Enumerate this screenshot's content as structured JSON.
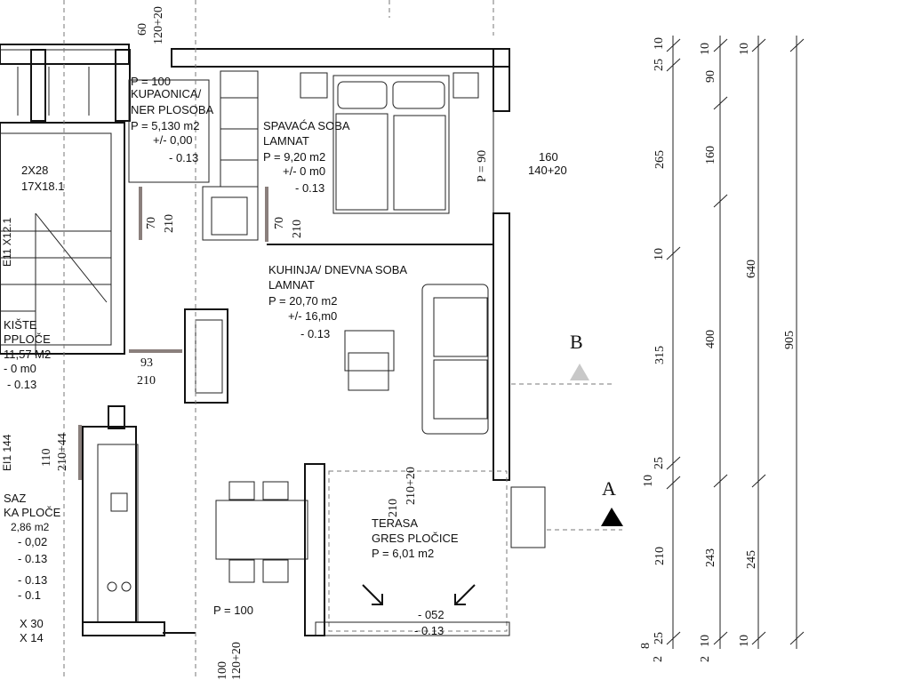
{
  "rooms": {
    "wardrobe": {
      "line1": "P = 100",
      "line2": "KUPAONICA/",
      "line3": "NER PLOSOBA",
      "area": "P = 5,130 m2",
      "level1": "+/- 0,00",
      "level2": "- 0.13"
    },
    "bedroom": {
      "name": "SPAVAĆA SOBA",
      "floor": "LAMNAT",
      "area": "P = 9,20 m2",
      "level1": "+/- 0 m0",
      "level2": "- 0.13"
    },
    "living": {
      "name": "KUHINJA/ DNEVNA SOBA",
      "floor": "LAMNAT",
      "area": "P = 20,70 m2",
      "level1": "+/- 16,m0",
      "level2": "- 0.13"
    },
    "terrace": {
      "name": "TERASA",
      "floor": "GRES PLOČICE",
      "area": "P = 6,01 m2",
      "level1": "- 052",
      "level2": "- 0.13"
    },
    "stairs": {
      "dim1": "2X28",
      "dim2": "17X18.1",
      "side": "E11 X12.1"
    },
    "hall": {
      "name": "KIŠTE",
      "floor": "PPLOČE",
      "area": "11,57 M2",
      "level1": "- 0 m0",
      "level2": "- 0.13"
    },
    "entry": {
      "name": "SAZ",
      "floor": "KA PLOČE",
      "area": "2,86 m2",
      "l1": "- 0,02",
      "l2": "- 0.13",
      "l3": "- 0.13",
      "l4": "- 0.1"
    },
    "misc": {
      "p100": "P = 100",
      "x30a": "X 30",
      "x30b": "X 14"
    }
  },
  "openings": {
    "top_w": "60",
    "top_h": "120+20",
    "win_right_w": "160",
    "win_right_h": "140+20",
    "bed_p": "P = 90",
    "d1_w": "70",
    "d1_h": "210",
    "d2_w": "70",
    "d2_h": "210",
    "d3_w": "93",
    "d3_h": "210",
    "d4_w": "110",
    "d4_h": "210+44",
    "d4_side": "EI1 144",
    "d5_w": "210",
    "d5_h": "210+20",
    "bot_w": "100",
    "bot_h": "120+20"
  },
  "sections": {
    "a": "A",
    "b": "B"
  },
  "dims": {
    "c1": [
      "10",
      "25",
      "265",
      "10",
      "315",
      "10",
      "25",
      "210",
      "8",
      "2",
      "25"
    ],
    "c2": [
      "10",
      "90",
      "160",
      "400",
      "243",
      "10",
      "2"
    ],
    "c3": [
      "10",
      "640",
      "245",
      "10"
    ],
    "c4": [
      "905"
    ]
  },
  "colors": {
    "wall": "#111111",
    "door": "#8a7f7c",
    "marker": "#000000",
    "marker_b": "#c8c8c8"
  }
}
